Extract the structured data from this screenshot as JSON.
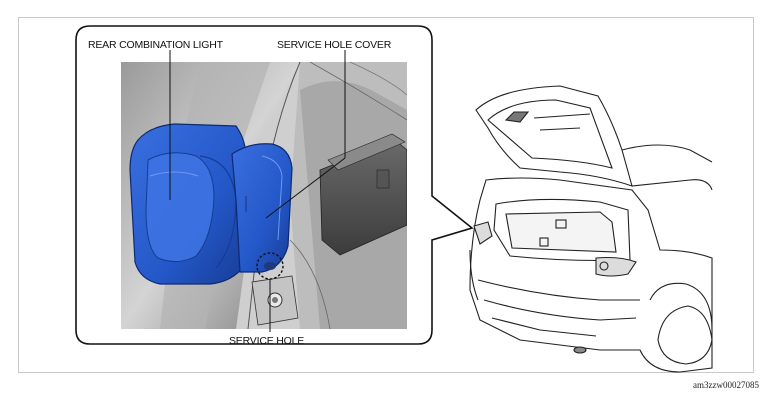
{
  "labels": {
    "rear_combination_light": "REAR COMBINATION LIGHT",
    "service_hole_cover": "SERVICE HOLE COVER",
    "service_hole": "SERVICE HOLE"
  },
  "figure_id": "am3zzw00027085",
  "colors": {
    "highlight": "#2458c8",
    "outline": "#111111"
  }
}
